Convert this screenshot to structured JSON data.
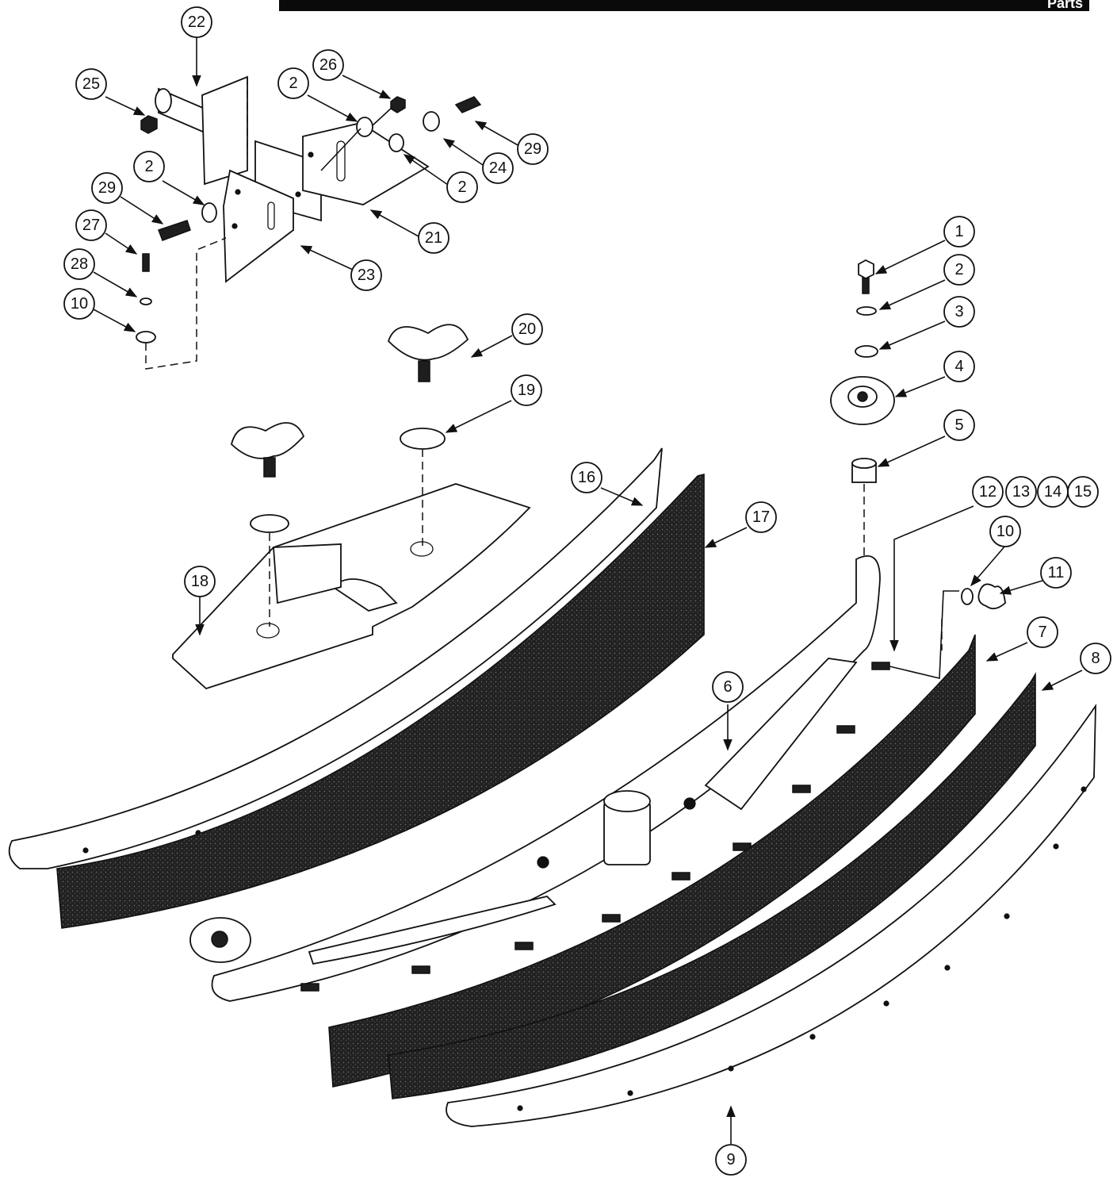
{
  "header": {
    "title": "Parts"
  },
  "diagram": {
    "callouts": [
      {
        "id": "c22",
        "label": "22"
      },
      {
        "id": "c25",
        "label": "25"
      },
      {
        "id": "c26",
        "label": "26"
      },
      {
        "id": "c2a",
        "label": "2"
      },
      {
        "id": "c29a",
        "label": "29"
      },
      {
        "id": "c24",
        "label": "24"
      },
      {
        "id": "c2b",
        "label": "2"
      },
      {
        "id": "c21",
        "label": "21"
      },
      {
        "id": "c2c",
        "label": "2"
      },
      {
        "id": "c29b",
        "label": "29"
      },
      {
        "id": "c27",
        "label": "27"
      },
      {
        "id": "c28",
        "label": "28"
      },
      {
        "id": "c10a",
        "label": "10"
      },
      {
        "id": "c23",
        "label": "23"
      },
      {
        "id": "c20",
        "label": "20"
      },
      {
        "id": "c19",
        "label": "19"
      },
      {
        "id": "c18",
        "label": "18"
      },
      {
        "id": "c16",
        "label": "16"
      },
      {
        "id": "c17",
        "label": "17"
      },
      {
        "id": "c1",
        "label": "1"
      },
      {
        "id": "c2d",
        "label": "2"
      },
      {
        "id": "c3",
        "label": "3"
      },
      {
        "id": "c4",
        "label": "4"
      },
      {
        "id": "c5",
        "label": "5"
      },
      {
        "id": "c12",
        "label": "12"
      },
      {
        "id": "c13",
        "label": "13"
      },
      {
        "id": "c14",
        "label": "14"
      },
      {
        "id": "c15",
        "label": "15"
      },
      {
        "id": "c10b",
        "label": "10"
      },
      {
        "id": "c11",
        "label": "11"
      },
      {
        "id": "c7",
        "label": "7"
      },
      {
        "id": "c8",
        "label": "8"
      },
      {
        "id": "c6",
        "label": "6"
      },
      {
        "id": "c9",
        "label": "9"
      }
    ]
  }
}
